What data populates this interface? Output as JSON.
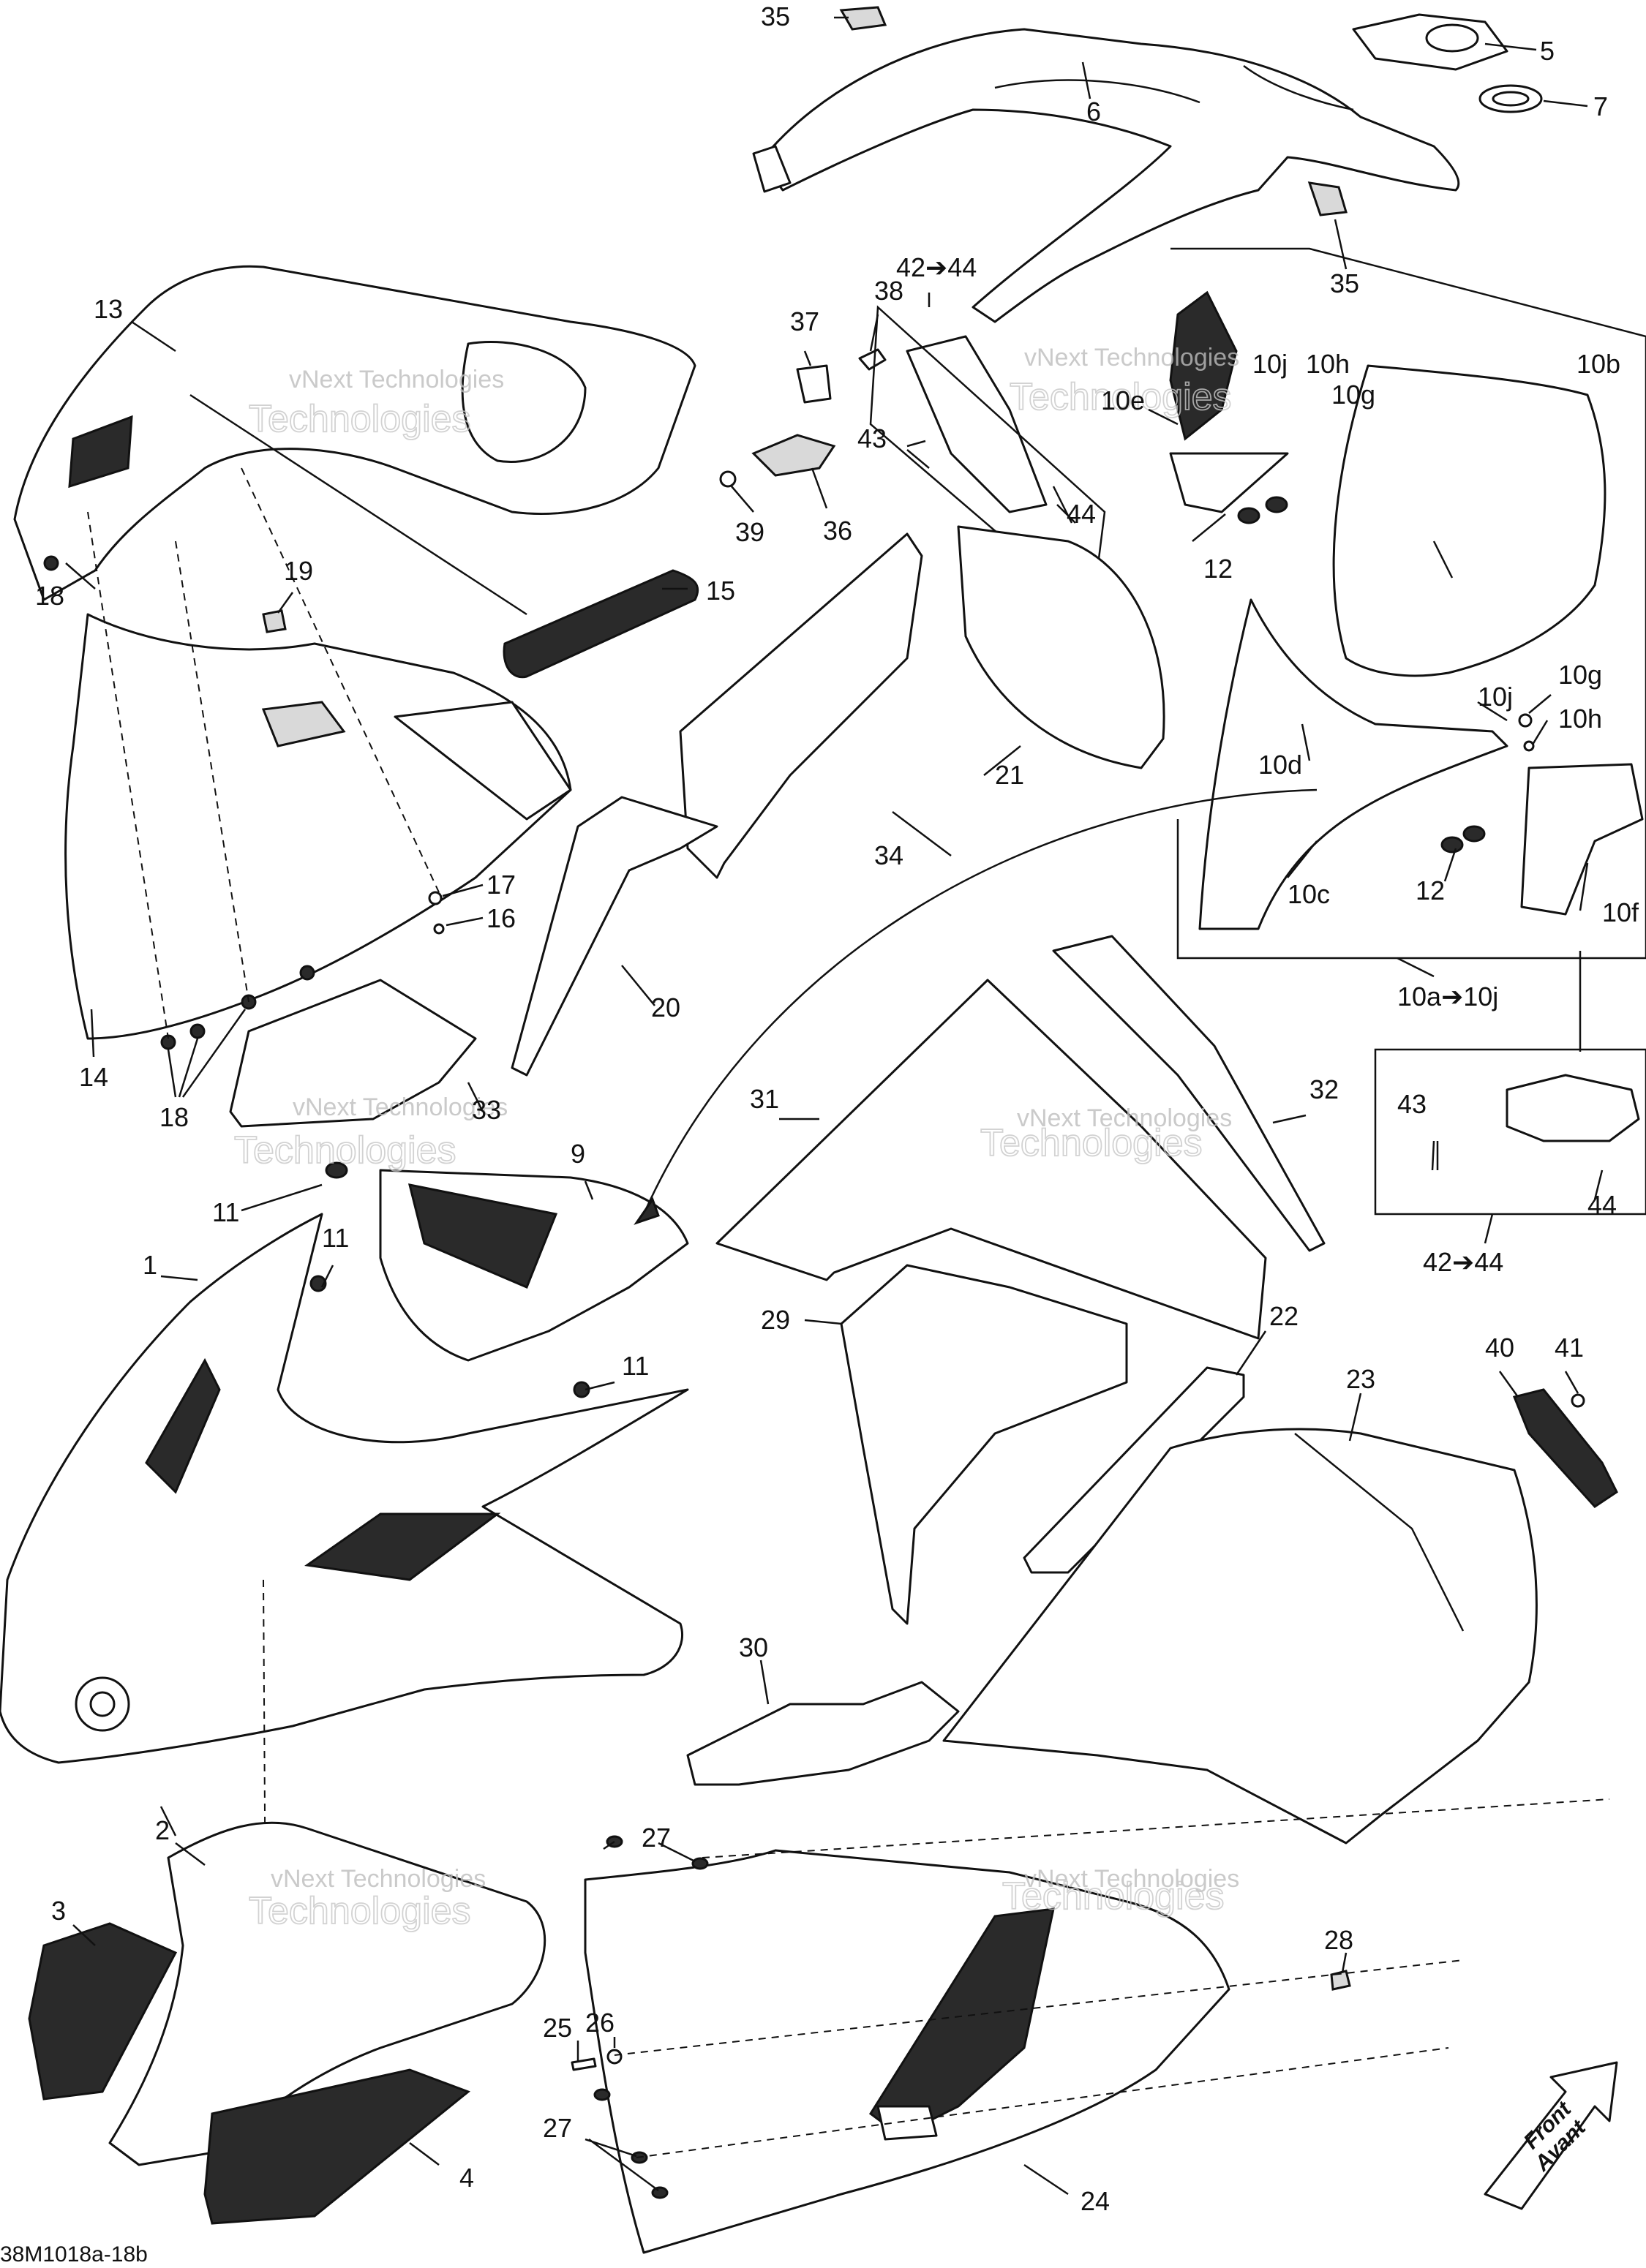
{
  "diagram_ref": "38M1018a-18b",
  "watermark": {
    "line1": "vNext Technologies",
    "line2": "Technologies"
  },
  "front_arrow": {
    "line1": "Front",
    "line2": "Avant"
  },
  "callouts": {
    "c1": "1",
    "c2": "2",
    "c3": "3",
    "c4": "4",
    "c5": "5",
    "c6": "6",
    "c7": "7",
    "c9": "9",
    "c10a": "10a➔10j",
    "c10b": "10b",
    "c10c": "10c",
    "c10d": "10d",
    "c10e": "10e",
    "c10f": "10f",
    "c10g_a": "10g",
    "c10g_b": "10g",
    "c10h_a": "10h",
    "c10h_b": "10h",
    "c10j_a": "10j",
    "c10j_b": "10j",
    "c11_a": "11",
    "c11_b": "11",
    "c11_c": "11",
    "c12_a": "12",
    "c12_b": "12",
    "c13": "13",
    "c14": "14",
    "c15": "15",
    "c16": "16",
    "c17": "17",
    "c18_a": "18",
    "c18_b": "18",
    "c19": "19",
    "c20": "20",
    "c21": "21",
    "c22": "22",
    "c23": "23",
    "c24": "24",
    "c25": "25",
    "c26": "26",
    "c27_a": "27",
    "c27_b": "27",
    "c28": "28",
    "c29": "29",
    "c30": "30",
    "c31": "31",
    "c32": "32",
    "c33": "33",
    "c34": "34",
    "c35_a": "35",
    "c35_b": "35",
    "c36": "36",
    "c37": "37",
    "c38": "38",
    "c39": "39",
    "c40": "40",
    "c41": "41",
    "c42_a": "42➔44",
    "c42_b": "42➔44",
    "c43_a": "43",
    "c43_b": "43",
    "c44_a": "44",
    "c44_b": "44"
  }
}
